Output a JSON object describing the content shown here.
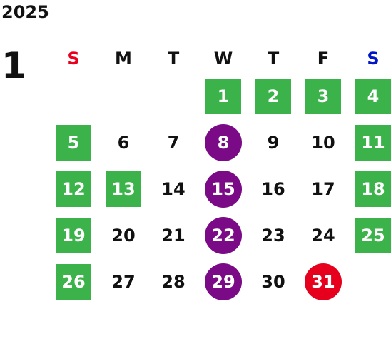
{
  "calendar": {
    "year": "2025",
    "month": "1",
    "weekdays": [
      {
        "label": "S",
        "style": "sun"
      },
      {
        "label": "M",
        "style": "plain"
      },
      {
        "label": "T",
        "style": "plain"
      },
      {
        "label": "W",
        "style": "plain"
      },
      {
        "label": "T",
        "style": "plain"
      },
      {
        "label": "F",
        "style": "plain"
      },
      {
        "label": "S",
        "style": "sat"
      }
    ],
    "first_weekday_index": 3,
    "days": [
      {
        "label": "1",
        "mark": "green"
      },
      {
        "label": "2",
        "mark": "green"
      },
      {
        "label": "3",
        "mark": "green"
      },
      {
        "label": "4",
        "mark": "green"
      },
      {
        "label": "5",
        "mark": "green"
      },
      {
        "label": "6",
        "mark": "none"
      },
      {
        "label": "7",
        "mark": "none"
      },
      {
        "label": "8",
        "mark": "purple"
      },
      {
        "label": "9",
        "mark": "none"
      },
      {
        "label": "10",
        "mark": "none"
      },
      {
        "label": "11",
        "mark": "green"
      },
      {
        "label": "12",
        "mark": "green"
      },
      {
        "label": "13",
        "mark": "green"
      },
      {
        "label": "14",
        "mark": "none"
      },
      {
        "label": "15",
        "mark": "purple"
      },
      {
        "label": "16",
        "mark": "none"
      },
      {
        "label": "17",
        "mark": "none"
      },
      {
        "label": "18",
        "mark": "green"
      },
      {
        "label": "19",
        "mark": "green"
      },
      {
        "label": "20",
        "mark": "none"
      },
      {
        "label": "21",
        "mark": "none"
      },
      {
        "label": "22",
        "mark": "purple"
      },
      {
        "label": "23",
        "mark": "none"
      },
      {
        "label": "24",
        "mark": "none"
      },
      {
        "label": "25",
        "mark": "green"
      },
      {
        "label": "26",
        "mark": "green"
      },
      {
        "label": "27",
        "mark": "none"
      },
      {
        "label": "28",
        "mark": "none"
      },
      {
        "label": "29",
        "mark": "purple"
      },
      {
        "label": "30",
        "mark": "none"
      },
      {
        "label": "31",
        "mark": "red"
      }
    ],
    "colors": {
      "green": "#3bb34a",
      "purple": "#7a0a85",
      "red": "#e6001e",
      "sunday": "#e8001c",
      "saturday": "#0016c8"
    }
  }
}
